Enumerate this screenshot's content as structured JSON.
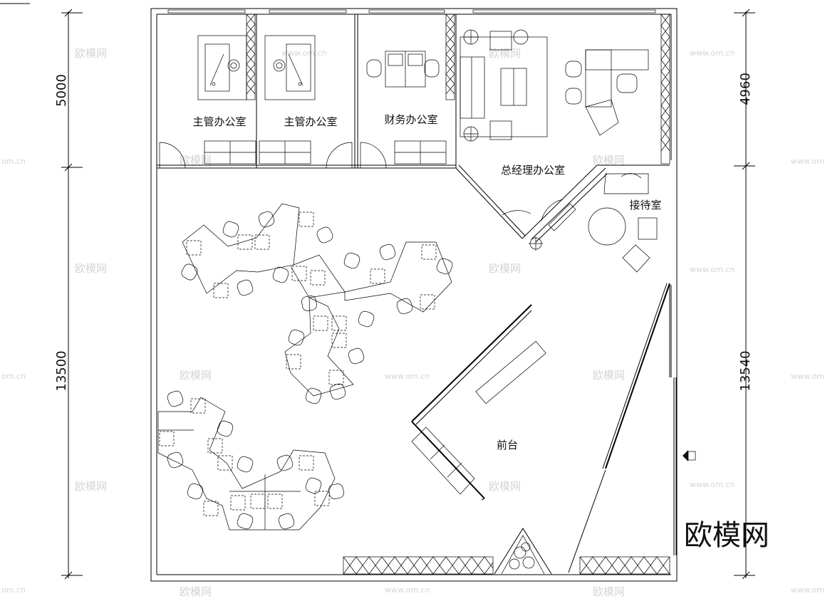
{
  "rooms": {
    "supervisor_1": "主管办公室",
    "supervisor_2": "主管办公室",
    "finance": "财务办公室",
    "general_manager": "总经理办公室",
    "reception_room": "接待室",
    "front_desk": "前台"
  },
  "dimensions": {
    "left_top": "5000",
    "left_bottom": "13500",
    "right_top": "4960",
    "right_bottom": "13540"
  },
  "watermark": {
    "brand": "欧模网",
    "url": "www.om.cn",
    "url_short": "om.cn"
  },
  "logo": "欧模网"
}
